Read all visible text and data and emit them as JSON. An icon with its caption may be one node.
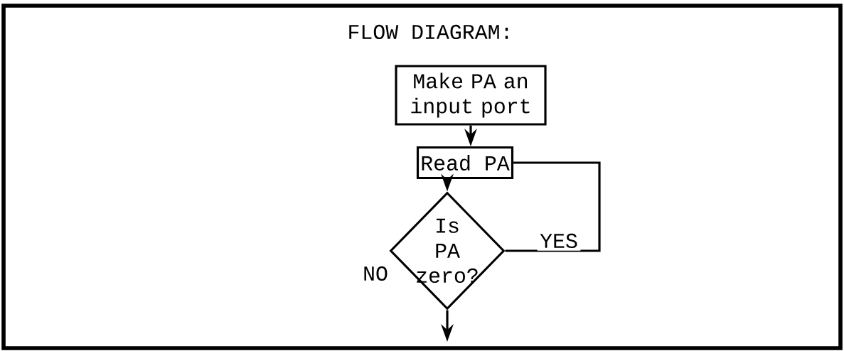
{
  "diagram": {
    "title": "FLOW DIAGRAM:",
    "nodes": [
      {
        "text": [
          "Make PA an input port"
        ]
      },
      {
        "text": [
          "Read PA"
        ]
      },
      {
        "text": [
          "Is PA zero?"
        ]
      }
    ],
    "edges": [
      {
        "from": 0,
        "to": 1,
        "arrow": "to"
      },
      {
        "from": 1,
        "to": 2,
        "arrow": "to"
      },
      {
        "from": 2,
        "to": 1,
        "arrow": "none",
        "label": "YES"
      },
      {
        "from": 2,
        "to": null,
        "arrow": "to",
        "label": "NO"
      }
    ]
  }
}
